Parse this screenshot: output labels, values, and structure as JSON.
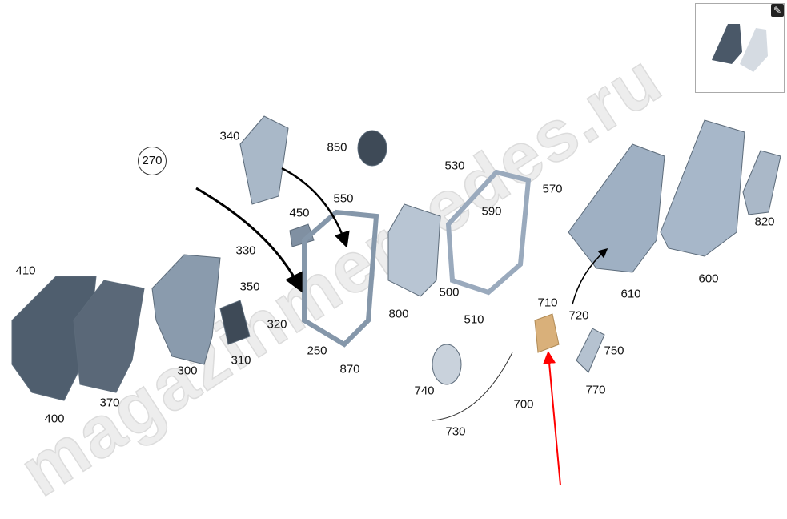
{
  "watermark": "magazinmercedes.ru",
  "thumbnail": {
    "edit_icon": "edit-icon"
  },
  "callouts": {
    "c270": "270",
    "c340": "340",
    "c850": "850",
    "c550": "550",
    "c450": "450",
    "c530": "530",
    "c570": "570",
    "c590": "590",
    "c820": "820",
    "c410": "410",
    "c330": "330",
    "c350": "350",
    "c320": "320",
    "c800": "800",
    "c500": "500",
    "c510": "510",
    "c710": "710",
    "c720": "720",
    "c610": "610",
    "c600": "600",
    "c250": "250",
    "c870": "870",
    "c310": "310",
    "c300": "300",
    "c370": "370",
    "c400": "400",
    "c740": "740",
    "c700": "700",
    "c750": "750",
    "c770": "770",
    "c730": "730"
  },
  "colors": {
    "part": "#9fb0c3",
    "dark_part": "#4a5868",
    "highlight": "#d9b07a",
    "arrow": "#ff0000"
  }
}
